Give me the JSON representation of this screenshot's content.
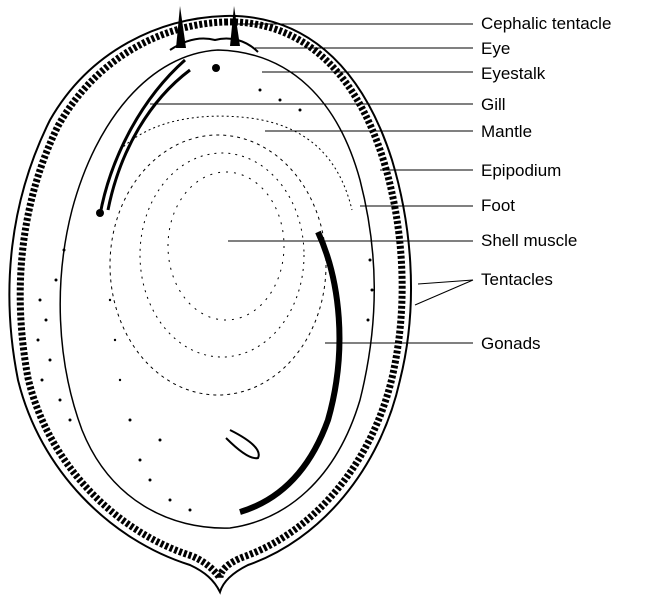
{
  "diagram": {
    "labels": [
      {
        "id": "cephalic-tentacle",
        "text": "Cephalic tentacle"
      },
      {
        "id": "eye",
        "text": "Eye"
      },
      {
        "id": "eyestalk",
        "text": "Eyestalk"
      },
      {
        "id": "gill",
        "text": "Gill"
      },
      {
        "id": "mantle",
        "text": "Mantle"
      },
      {
        "id": "epipodium",
        "text": "Epipodium"
      },
      {
        "id": "foot",
        "text": "Foot"
      },
      {
        "id": "shell-muscle",
        "text": "Shell muscle"
      },
      {
        "id": "tentacles",
        "text": "Tentacles"
      },
      {
        "id": "gonads",
        "text": "Gonads"
      }
    ],
    "colors": {
      "ink": "#000000",
      "paper": "#ffffff"
    }
  }
}
